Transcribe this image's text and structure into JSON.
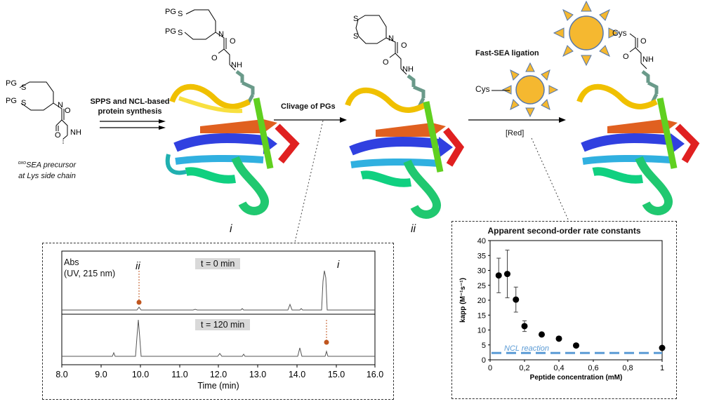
{
  "steps": {
    "spps": "SPPS and NCL-based\nprotein synthesis",
    "clivage": "Clivage of PGs",
    "fastsea": "Fast-SEA ligation",
    "red": "[Red]"
  },
  "precursor": {
    "caption_sup": "oxo",
    "caption_1": "SEA precursor",
    "caption_2": "at Lys side chain"
  },
  "labels": {
    "protein_i": "i",
    "protein_ii": "ii",
    "cys": "Cys",
    "pg": "PG",
    "s": "S",
    "n": "N",
    "o": "O",
    "nh": "NH",
    "h": "H"
  },
  "hplc": {
    "ylabel_1": "Abs",
    "ylabel_2": "(UV, 215 nm)",
    "panel_top_time": "t = 0 min",
    "panel_bottom_time": "t = 120 min",
    "peak_ii": "ii",
    "peak_i": "i",
    "xlabel": "Time (min)",
    "xticks": [
      "8.0",
      "9.0",
      "10.0",
      "11.0",
      "12.0",
      "13.0",
      "14.0",
      "15.0",
      "16.0"
    ],
    "marker_color": "#c0561f"
  },
  "chart_data": {
    "type": "scatter",
    "title": "Apparent second-order rate constants",
    "xlabel": "Peptide concentration (mM)",
    "ylabel": "kapp (M⁻¹s⁻¹)",
    "xlim": [
      0,
      1
    ],
    "ylim": [
      0,
      40
    ],
    "xticks": [
      "0",
      "0,2",
      "0,4",
      "0,6",
      "0,8",
      "1"
    ],
    "yticks": [
      "0",
      "5",
      "10",
      "15",
      "20",
      "25",
      "30",
      "35",
      "40"
    ],
    "series": [
      {
        "x": [
          0.05,
          0.1,
          0.15,
          0.2,
          0.3,
          0.4,
          0.5,
          1.0
        ],
        "y": [
          28.3,
          28.8,
          20.2,
          11.3,
          8.5,
          7.1,
          4.8,
          4.0
        ],
        "err": [
          5.8,
          8.0,
          4.2,
          1.8,
          0,
          0,
          0,
          0
        ]
      }
    ],
    "reference_line": {
      "label": "NCL reaction",
      "y": 2.3,
      "color": "#5b9bd5"
    }
  }
}
